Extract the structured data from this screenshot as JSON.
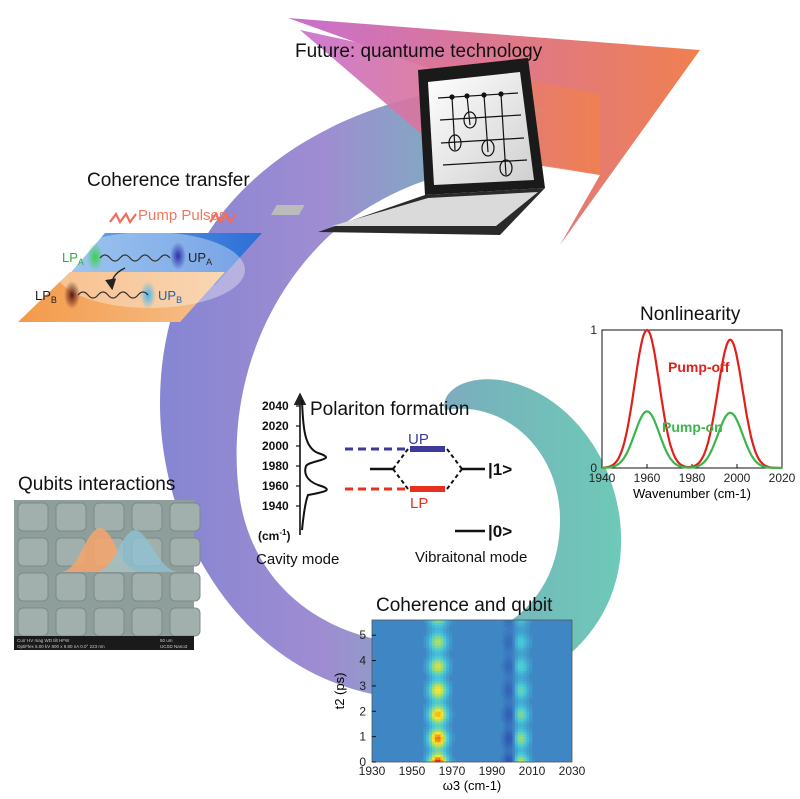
{
  "titles": {
    "future": "Future: quantume technology",
    "coherence_transfer": "Coherence transfer",
    "nonlinearity": "Nonlinearity",
    "polariton": "Polariton formation",
    "qubits": "Qubits interactions",
    "coherence_qubit": "Coherence and qubit"
  },
  "transfer": {
    "pump_pulses": "Pump Pulses",
    "lpa": "LP",
    "lpa_sub": "A",
    "upa": "UP",
    "upa_sub": "A",
    "lpb": "LP",
    "lpb_sub": "B",
    "upb": "UP",
    "upb_sub": "B"
  },
  "polariton": {
    "up": "UP",
    "lp": "LP",
    "ket1": "|1>",
    "ket0": "|0>",
    "cavity_label": "Cavity mode",
    "vib_label": "Vibraitonal mode",
    "unit": "(cm",
    "unit_sup": "-1",
    "unit_close": ")",
    "axis_ticks": [
      "2040",
      "2020",
      "2000",
      "1980",
      "1960",
      "1940"
    ]
  },
  "sem": {
    "info": [
      "Curr ",
      "HV ",
      "mag ",
      "WD ",
      "tilt ",
      "HFW "
    ],
    "info2": "OptiFlex  5.00 kV  800 x  9.80 nA  0.0°  223 nm",
    "scale": "50 um",
    "inst": "UCSD Nano3"
  },
  "colors": {
    "red": "#e0201a",
    "green": "#3cb54a",
    "up_blue": "#3d3a9c",
    "lp_red": "#e8311c",
    "arrow_tip": "#f07a55",
    "arrow_mid": "#b46fc8",
    "arrow_tail": "#56c3ad"
  },
  "chart_data": [
    {
      "type": "line",
      "title": "Nonlinearity",
      "xlabel": "Wavenumber (cm-1)",
      "ylabel": "",
      "xlim": [
        1940,
        2020
      ],
      "ylim": [
        0,
        1
      ],
      "xticks": [
        1940,
        1960,
        1980,
        2000,
        2020
      ],
      "yticks": [
        0,
        1
      ],
      "series": [
        {
          "name": "Pump-off",
          "color": "#e0201a",
          "peaks": [
            {
              "center": 1960,
              "height": 1.0,
              "width": 5.5
            },
            {
              "center": 1997,
              "height": 0.93,
              "width": 5.5
            }
          ]
        },
        {
          "name": "Pump-on",
          "color": "#3cb54a",
          "peaks": [
            {
              "center": 1960,
              "height": 0.41,
              "width": 5.5
            },
            {
              "center": 1997,
              "height": 0.4,
              "width": 5.5
            }
          ]
        }
      ]
    },
    {
      "type": "heatmap",
      "title": "Coherence and qubit",
      "xlabel": "ω3 (cm-1)",
      "ylabel": "t2 (ps)",
      "xlim": [
        1930,
        2030
      ],
      "ylim": [
        0,
        5.6
      ],
      "xticks": [
        1930,
        1950,
        1970,
        1990,
        2010,
        2030
      ],
      "yticks": [
        0,
        1,
        2,
        3,
        4,
        5
      ],
      "bands": [
        {
          "center": 1963,
          "width": 3.2,
          "amp": 1.0,
          "sign": 1
        },
        {
          "center": 2004,
          "width": 3.0,
          "amp": 0.55,
          "sign": 1
        },
        {
          "center": 1999,
          "width": 2.2,
          "amp": 0.45,
          "sign": -1
        }
      ],
      "oscillation_period_ps": 0.95,
      "decay_ps": 7.0
    }
  ]
}
